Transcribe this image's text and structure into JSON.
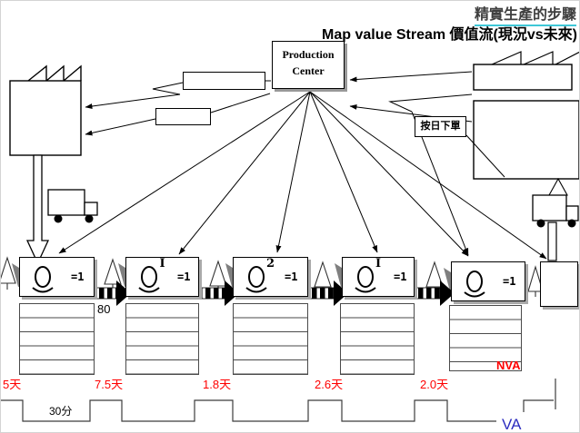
{
  "header": {
    "title": "精實生產的步驟",
    "subtitle": "Map value Stream 價值流(現況vs未來)"
  },
  "production_center": {
    "line1": "Production",
    "line2": "Center"
  },
  "daily_order_label": "按日下單",
  "inventory_qty": "80",
  "processes": [
    {
      "tag": "",
      "operators": "=1"
    },
    {
      "tag": "I",
      "operators": "=1"
    },
    {
      "tag": "2",
      "operators": "=1"
    },
    {
      "tag": "I",
      "operators": "=1"
    },
    {
      "tag": "",
      "operators": "=1"
    }
  ],
  "timeline": {
    "nva_times": [
      "5天",
      "7.5天",
      "1.8天",
      "2.6天",
      "2.0天"
    ],
    "va_time": "30分",
    "nva_label": "NVA",
    "va_label": "VA"
  },
  "colors": {
    "nva_red": "#ff0000",
    "va_blue": "#2d2dbf",
    "title_gray": "#3f3f3f",
    "title_underline_teal": "#3fc7d7",
    "shadow_gray": "#999999"
  }
}
